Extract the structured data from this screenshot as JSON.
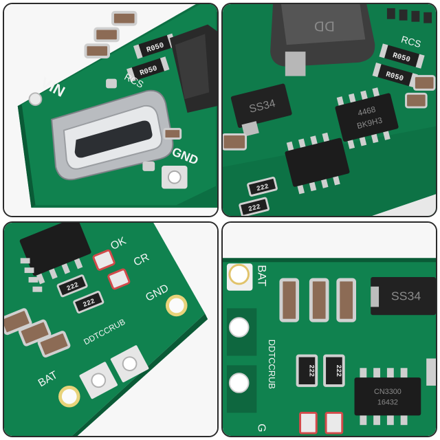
{
  "panels": {
    "p1": {
      "vin": "VIN",
      "rcs": "RCS",
      "gnd": "GND",
      "r_a": "R050",
      "r_b": "R050"
    },
    "p2": {
      "rcs": "RCS",
      "r_a": "R050",
      "r_b": "R050",
      "diode": "SS34",
      "ic_top": "4468",
      "ic_code": "BK9H3",
      "r_c": "222",
      "r_d": "222"
    },
    "p3": {
      "ok": "OK",
      "cr": "CR",
      "gnd": "GND",
      "pads": "DDTCCRUB",
      "bat": "BAT",
      "r_a": "222",
      "r_b": "222"
    },
    "p4": {
      "bat": "BAT",
      "pads": "DDTCCRUB",
      "g": "G",
      "diode": "SS34",
      "r_a": "222",
      "r_b": "222",
      "ic_top": "CN3300",
      "ic_code": "16432"
    }
  },
  "colors": {
    "pcb": "#0e7a4a",
    "pcb_dark": "#0a5e38",
    "silk": "#f4f4f4",
    "pad": "#c8c8c8",
    "cap": "#8a6a55",
    "chip": "#1e1e1e"
  }
}
